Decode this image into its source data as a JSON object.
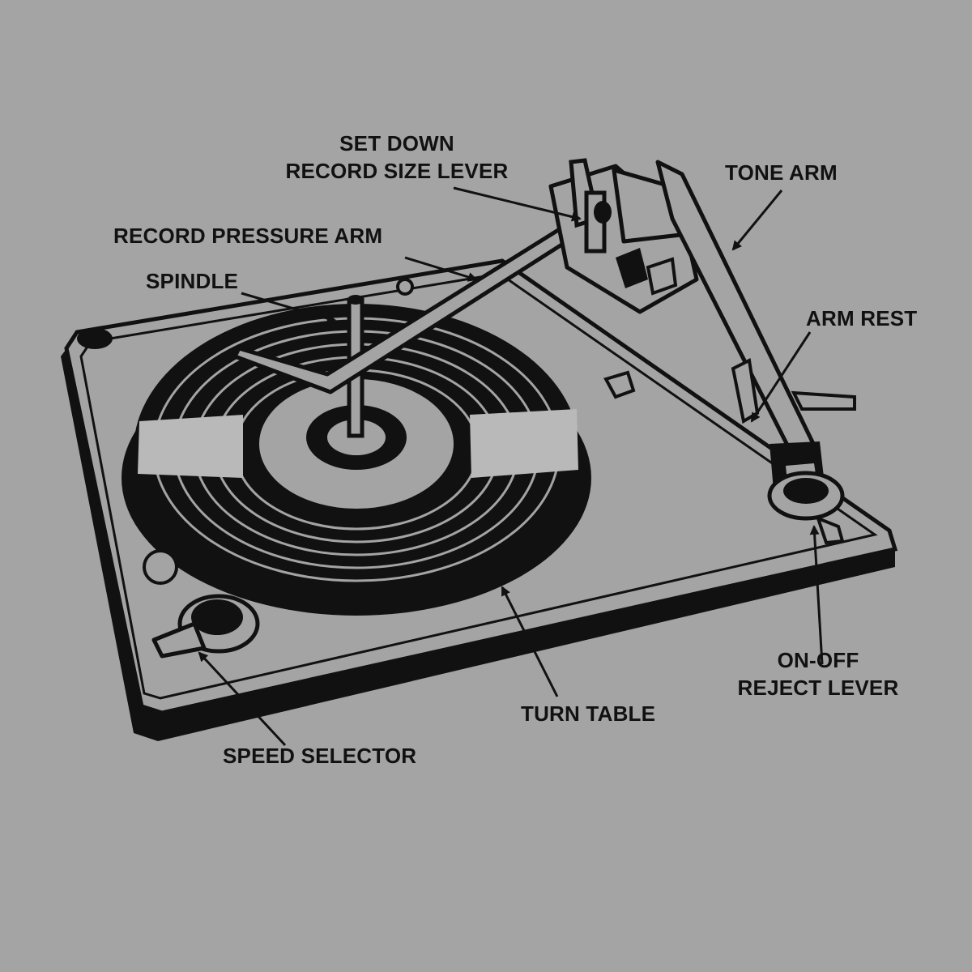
{
  "colors": {
    "background": "#a4a4a4",
    "ink": "#111111",
    "highlight": "#b9b9b9"
  },
  "labels": {
    "set_down_record_size_lever": [
      "SET DOWN",
      "RECORD SIZE LEVER"
    ],
    "tone_arm": "TONE ARM",
    "record_pressure_arm": "RECORD PRESSURE ARM",
    "spindle": "SPINDLE",
    "arm_rest": "ARM REST",
    "on_off_reject_lever": [
      "ON-OFF",
      "REJECT LEVER"
    ],
    "turn_table": "TURN TABLE",
    "speed_selector": "SPEED SELECTOR"
  }
}
